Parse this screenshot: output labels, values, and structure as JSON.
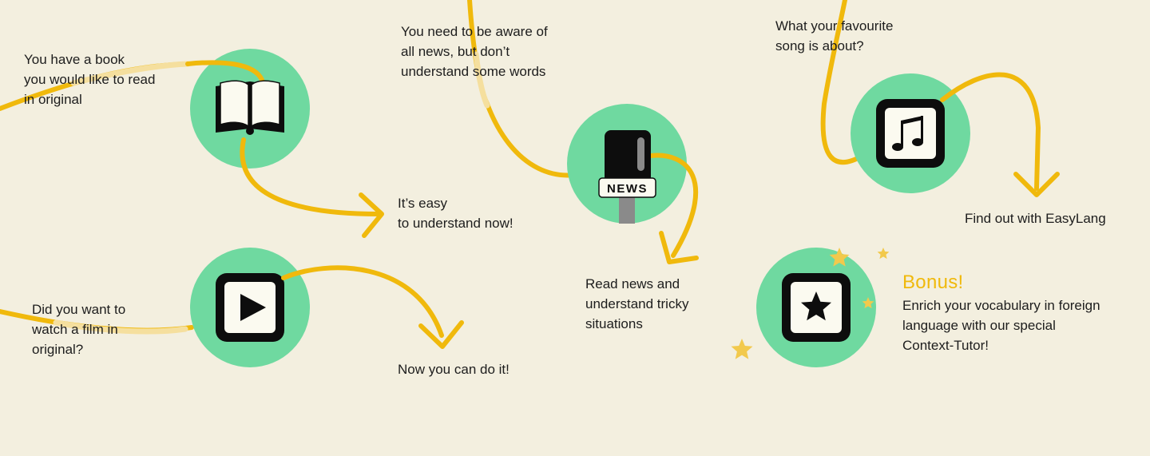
{
  "colors": {
    "background": "#f3efdf",
    "circle": "#6fd9a0",
    "line": "#f0b90c",
    "line_faded": "#f5df9e",
    "star": "#f2c94c",
    "icon_dark": "#0d0d0d",
    "icon_light": "#fbfaf0"
  },
  "book": {
    "icon": "open-book-icon",
    "prompt": "You have a book\nyou would like to read\nin original",
    "result": "It’s easy\nto understand now!"
  },
  "film": {
    "icon": "play-icon",
    "prompt": "Did you want to\nwatch a film in\noriginal?",
    "result": "Now you can do it!"
  },
  "news": {
    "icon": "news-microphone-icon",
    "badge": "NEWS",
    "prompt": "You need to be aware of\nall news, but don’t\nunderstand some words",
    "result": "Read news and\nunderstand tricky\nsituations"
  },
  "song": {
    "icon": "music-note-icon",
    "prompt": "What your favourite\nsong is about?",
    "result": "Find out with EasyLang"
  },
  "bonus": {
    "icon": "star-icon",
    "title": "Bonus!",
    "text": "Enrich your vocabulary in foreign\nlanguage with our special\nContext-Tutor!"
  }
}
